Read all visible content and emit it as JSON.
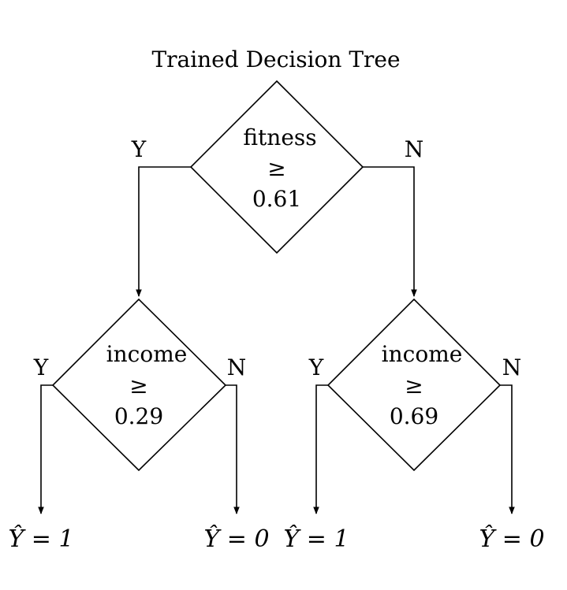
{
  "title": "Trained Decision Tree",
  "yes_label": "Y",
  "no_label": "N",
  "nodes": [
    {
      "feature": "fitness",
      "op": "≥",
      "threshold": "0.61"
    },
    {
      "feature": "income",
      "op": "≥",
      "threshold": "0.29"
    },
    {
      "feature": "income",
      "op": "≥",
      "threshold": "0.69"
    }
  ],
  "leaves": [
    {
      "label": "Ŷ = 1"
    },
    {
      "label": "Ŷ = 0"
    },
    {
      "label": "Ŷ = 1"
    },
    {
      "label": "Ŷ = 0"
    }
  ]
}
